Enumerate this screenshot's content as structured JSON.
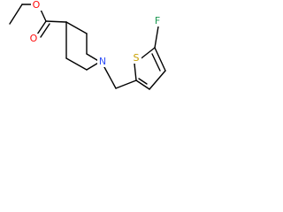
{
  "molecule": {
    "atoms": {
      "oxygen_carbonyl": {
        "symbol": "O",
        "color": "#ff0d0d"
      },
      "oxygen_ester": {
        "symbol": "O",
        "color": "#ff0d0d"
      },
      "nitrogen": {
        "symbol": "N",
        "color": "#3050f8"
      },
      "sulfur": {
        "symbol": "S",
        "color": "#c8a000"
      },
      "fluorine": {
        "symbol": "F",
        "color": "#1a9850"
      }
    }
  }
}
